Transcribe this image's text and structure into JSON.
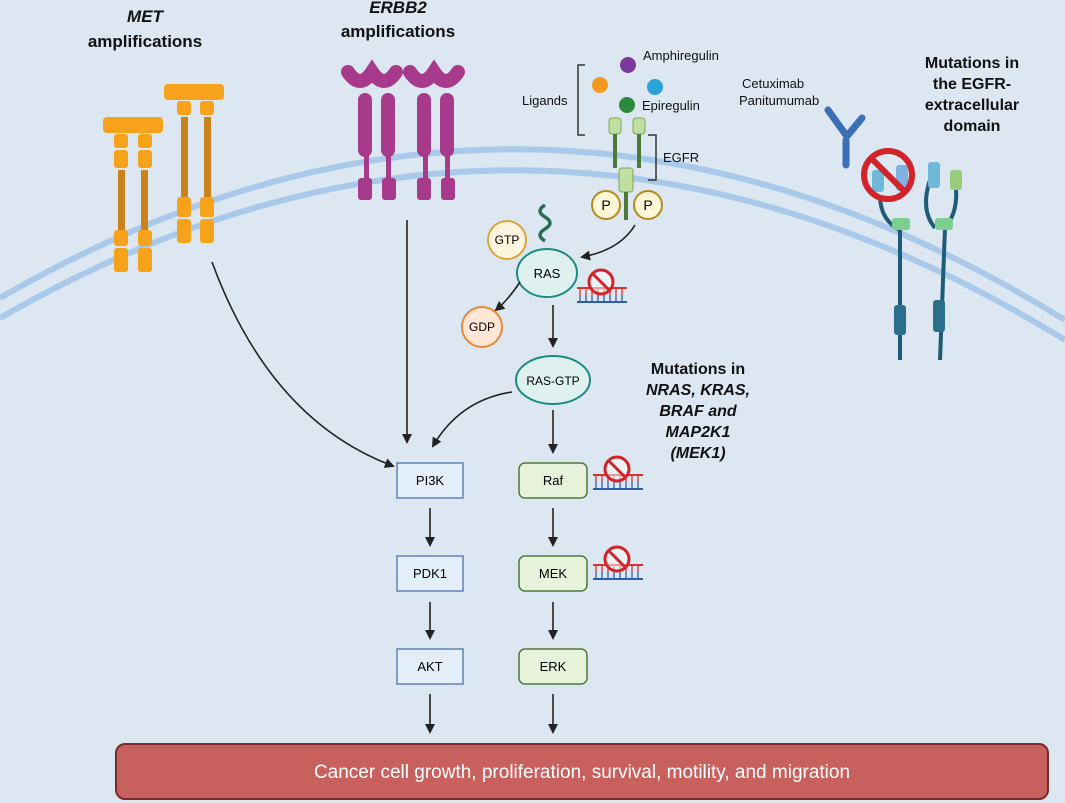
{
  "labels": {
    "met_gene": "MET",
    "met_suffix": "amplifications",
    "erbb2_gene": "ERBB2",
    "erbb2_suffix": "amplifications",
    "amphiregulin": "Amphiregulin",
    "ligands": "Ligands",
    "epiregulin": "Epiregulin",
    "egfr": "EGFR",
    "cetuximab": "Cetuximab",
    "panitumumab": "Panitumumab",
    "ecd_line1": "Mutations in",
    "ecd_line2": "the EGFR-",
    "ecd_line3": "extracellular",
    "ecd_line4": "domain",
    "p1": "P",
    "p2": "P",
    "gtp": "GTP",
    "gdp": "GDP",
    "ras": "RAS",
    "ras_gtp": "RAS-GTP",
    "mut_line1": "Mutations in",
    "mut_line2": "NRAS, KRAS,",
    "mut_line3": "BRAF and",
    "mut_line4": "MAP2K1",
    "mut_line5": "(MEK1)"
  },
  "pathway_left": [
    "PI3K",
    "PDK1",
    "AKT"
  ],
  "pathway_right": [
    "Raf",
    "MEK",
    "ERK"
  ],
  "outcome": "Cancer cell growth, proliferation, survival, motility, and migration",
  "colors": {
    "background": "#dde7f1",
    "membrane": "#a9c9ea",
    "met": "#f6a21a",
    "erbb2": "#a83a8b",
    "egfr": "#bfe0a0",
    "left_box_fill": "#e3eef9",
    "left_box_stroke": "#5d86b5",
    "right_box_fill": "#e6f2da",
    "right_box_stroke": "#4d7a3b",
    "ras_fill": "#dff1ee",
    "ras_stroke": "#1a8c80",
    "outcome_fill": "#c8605e",
    "outcome_stroke": "#7a2b2a",
    "prohibit": "#d1242a"
  }
}
